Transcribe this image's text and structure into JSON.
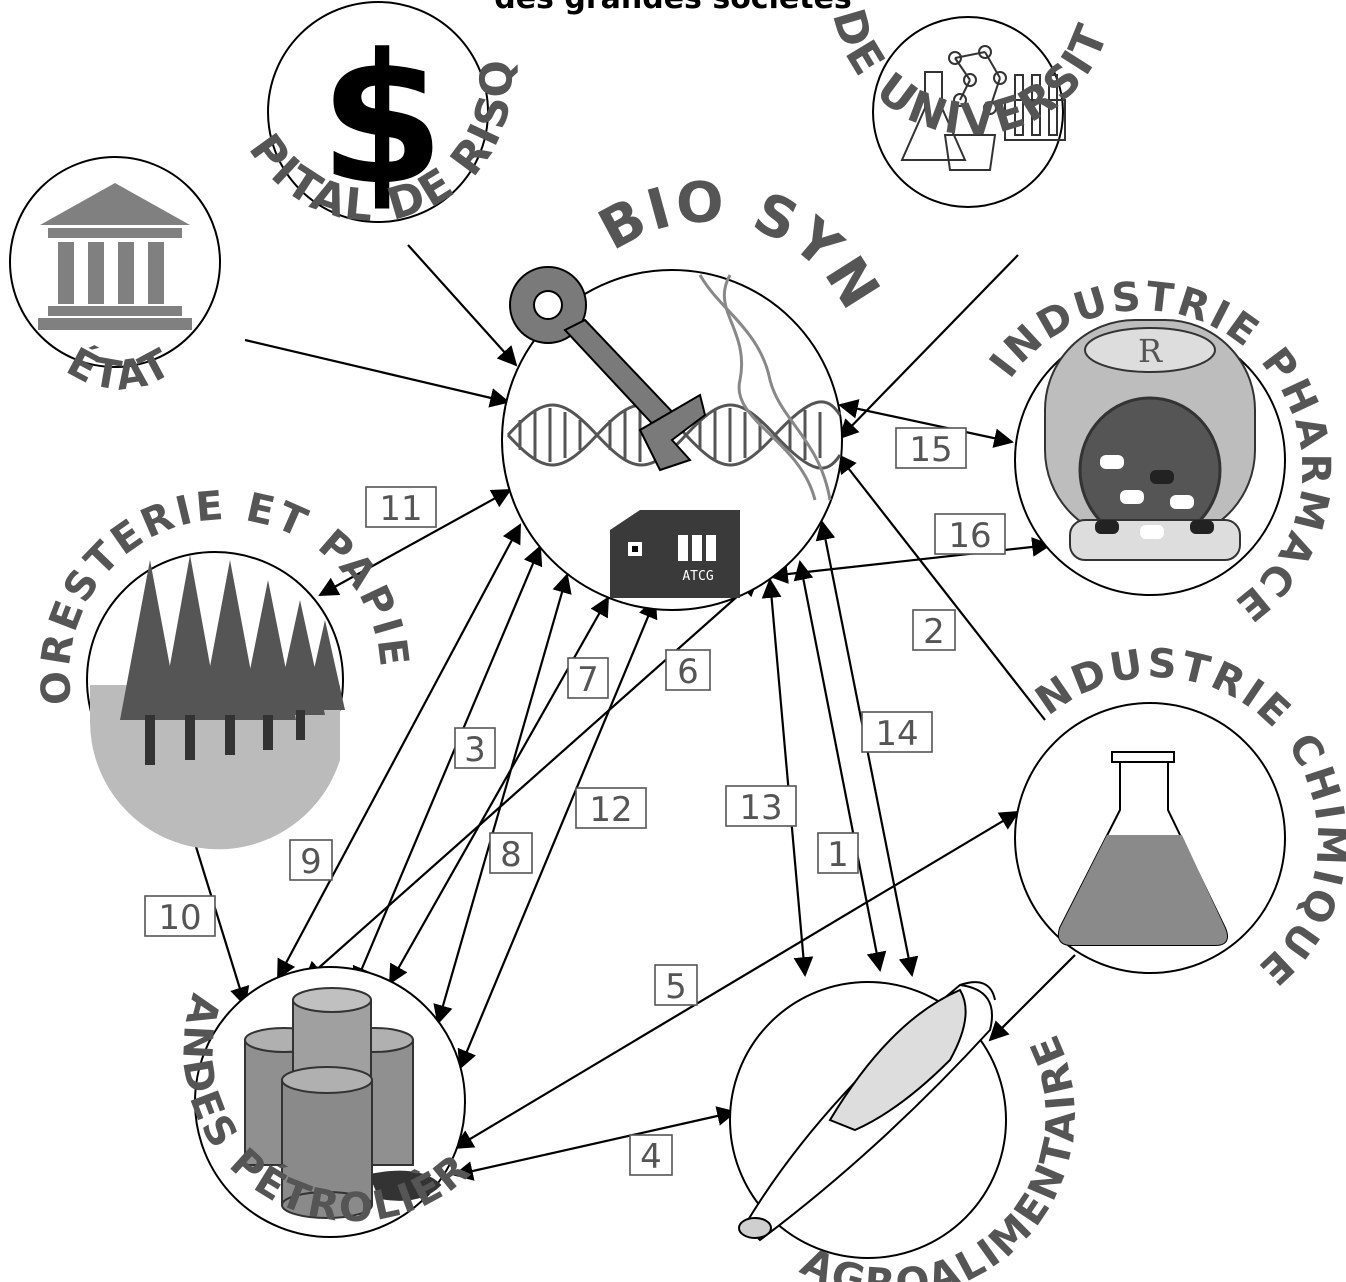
{
  "header": {
    "text": "des grandes sociétés"
  },
  "nodes": {
    "center": {
      "label": "BIO SYN",
      "device_text": "ATCG"
    },
    "etat": {
      "label": "ÉTAT"
    },
    "capital": {
      "label": "CAPITAL DE RISQUE"
    },
    "universite": {
      "label": "MONDE UNIVERSITAIRE"
    },
    "pharma": {
      "label": "INDUSTRIE PHARMACEUTIQUE"
    },
    "foresterie": {
      "label": "FORESTERIE ET PAPIER"
    },
    "chimie": {
      "label": "INDUSTRIE CHIMIQUE"
    },
    "petrole": {
      "label": "GRANDES PÉTROLIÈRES"
    },
    "agro": {
      "label": "AGROALIMENTAIRE"
    }
  },
  "links": [
    {
      "n": "1",
      "from": "agro",
      "to": "center"
    },
    {
      "n": "2",
      "from": "chimie",
      "to": "center"
    },
    {
      "n": "3",
      "from": "petrole",
      "to": "center"
    },
    {
      "n": "4",
      "from": "petrole",
      "to": "agro"
    },
    {
      "n": "5",
      "from": "petrole",
      "to": "chimie"
    },
    {
      "n": "6",
      "from": "petrole",
      "to": "center"
    },
    {
      "n": "7",
      "from": "petrole",
      "to": "center"
    },
    {
      "n": "8",
      "from": "petrole",
      "to": "center"
    },
    {
      "n": "9",
      "from": "petrole",
      "to": "center"
    },
    {
      "n": "10",
      "from": "foresterie",
      "to": "petrole"
    },
    {
      "n": "11",
      "from": "foresterie",
      "to": "center"
    },
    {
      "n": "12",
      "from": "petrole",
      "to": "center"
    },
    {
      "n": "13",
      "from": "agro",
      "to": "center"
    },
    {
      "n": "14",
      "from": "agro",
      "to": "center"
    },
    {
      "n": "15",
      "from": "pharma",
      "to": "center"
    },
    {
      "n": "16",
      "from": "pharma",
      "to": "center"
    }
  ],
  "colors": {
    "ink": "#000000",
    "label_gray": "#555555",
    "icon_gray": "#808080",
    "dark_gray": "#3a3a3a"
  }
}
